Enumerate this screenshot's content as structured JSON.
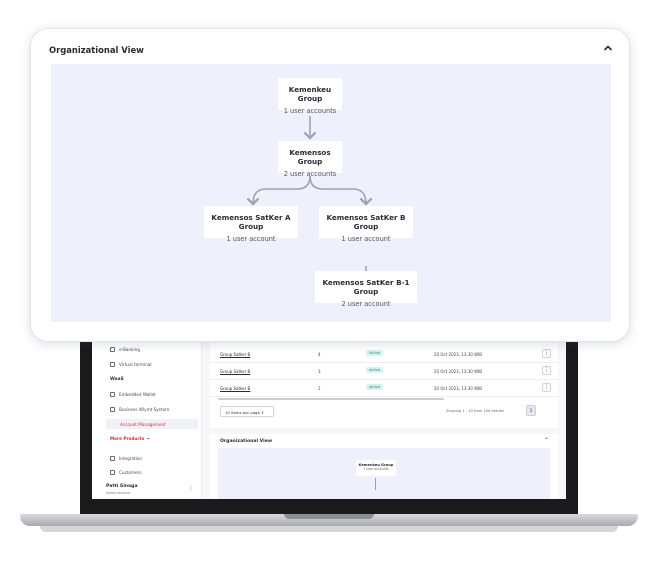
{
  "org_view": {
    "title": "Organizational View",
    "nodes": {
      "root": {
        "name": "Kemenkeu Group",
        "count": "1 user accounts"
      },
      "level2": {
        "name": "Kemensos Group",
        "count": "2 user accounts"
      },
      "sat_a": {
        "name": "Kemensos SatKer A Group",
        "count": "1 user account"
      },
      "sat_b": {
        "name": "Kemensos SatKer B Group",
        "count": "1 user account"
      },
      "sat_b1": {
        "name": "Kemensos SatKer B-1 Group",
        "count": "2 user account"
      }
    }
  },
  "sidebar": {
    "items": [
      {
        "label": "e-Banking",
        "icon": "bank-icon"
      },
      {
        "label": "Virtual terminal",
        "icon": "terminal-icon"
      }
    ],
    "section": "WaaS",
    "waas_items": [
      {
        "label": "Embedded Wallet",
        "icon": "wallet-icon"
      },
      {
        "label": "Business Wlymt System",
        "icon": "business-icon"
      },
      {
        "label": "Account Management",
        "icon": "account-icon"
      }
    ],
    "more_products": "More Products →",
    "bottom_items": [
      {
        "label": "Integration",
        "icon": "integration-icon"
      },
      {
        "label": "Customers",
        "icon": "customers-icon"
      }
    ],
    "user_name": "Patti Sinaga",
    "user_role": "Administrator",
    "kebab": "⋮"
  },
  "table": {
    "rows": [
      {
        "group": "Group Satker B",
        "count": "4",
        "status": "Active",
        "date": "20 Oct 2023, 13:30 WIB",
        "action": "⋮"
      },
      {
        "group": "Group Satker B",
        "count": "3",
        "status": "Active",
        "date": "20 Oct 2023, 13:30 WIB",
        "action": "⋮"
      },
      {
        "group": "Group Satker B",
        "count": "2",
        "status": "Active",
        "date": "20 Oct 2023, 13:30 WIB",
        "action": "⋮"
      }
    ],
    "page_size": "10 items per page ⇕",
    "pager_info": "Showing 1 - 10 from 100 entries",
    "page_number": "1"
  },
  "mini_org": {
    "title": "Organizational View",
    "root_name": "Kemenkeu Group",
    "root_count": "1 user accounts"
  },
  "colors": {
    "canvas": "#eef0fb",
    "connector": "#9ea3b3",
    "status_active_bg": "#d8f1ee",
    "status_active_text": "#2a8f82",
    "link_red": "#d0312d"
  }
}
